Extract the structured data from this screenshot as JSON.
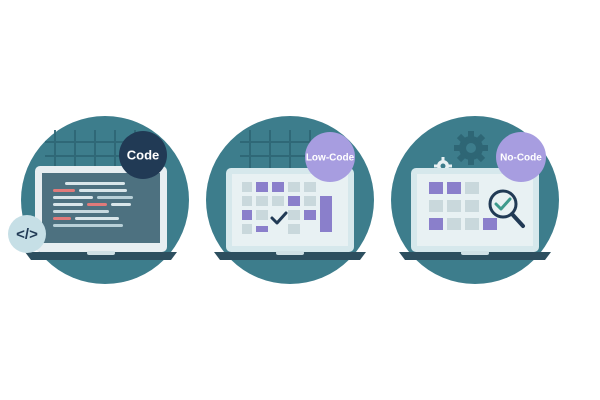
{
  "colors": {
    "teal": "#3d7d8c",
    "teal_dark": "#2e6675",
    "navy": "#213a55",
    "screen_light": "#d6e8ec",
    "purple": "#8a7fcb",
    "purple_light": "#a79de0",
    "gray_base": "#6d7f8c",
    "code_icon_bg": "#c6dfe6"
  },
  "panels": [
    {
      "id": "code",
      "badge_label": "Code",
      "badge_color": "#213a55",
      "icons": [
        "laptop-icon",
        "code-brackets-icon"
      ]
    },
    {
      "id": "low-code",
      "badge_label": "Low-Code",
      "badge_color": "#a79de0",
      "icons": [
        "laptop-icon",
        "checkmark-icon"
      ]
    },
    {
      "id": "no-code",
      "badge_label": "No-Code",
      "badge_color": "#a79de0",
      "icons": [
        "laptop-icon",
        "gear-icon",
        "magnifier-check-icon"
      ]
    }
  ]
}
